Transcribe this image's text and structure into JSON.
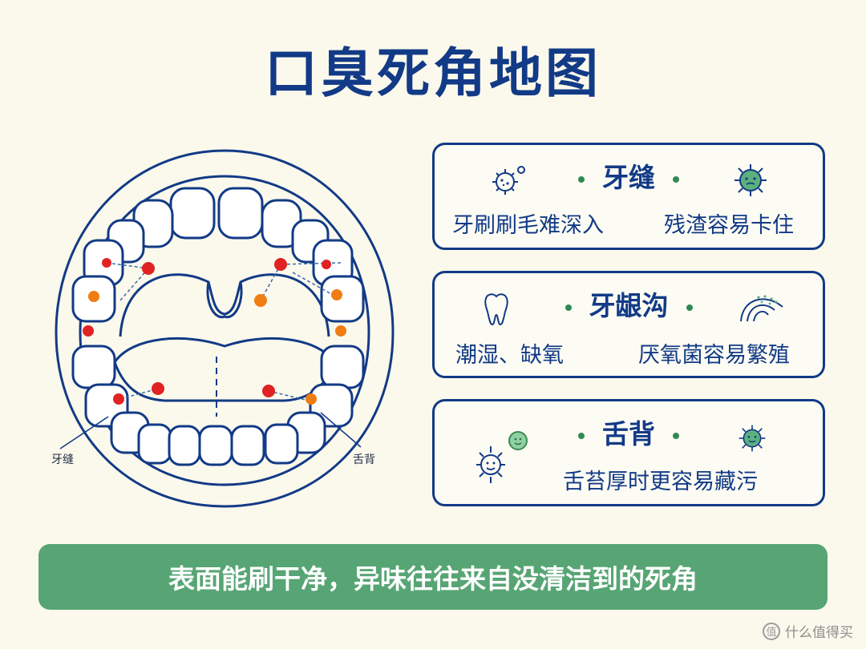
{
  "title": "口臭死角地图",
  "diagram": {
    "label_left": "牙缝",
    "label_right": "舌背"
  },
  "cards": [
    {
      "heading": "牙缝",
      "lines": [
        "牙刷刷毛难深入",
        "残渣容易卡住"
      ],
      "icons": [
        "germ-icon",
        "germ-face-icon"
      ]
    },
    {
      "heading": "牙龈沟",
      "lines": [
        "潮湿、缺氧",
        "厌氧菌容易繁殖"
      ],
      "icons": [
        "tooth-icon",
        "gum-arc-icon"
      ]
    },
    {
      "heading": "舌背",
      "lines": [
        "舌苔厚时更容易藏污"
      ],
      "icons": [
        "germ-smile-icon",
        "germ-face-icon"
      ]
    }
  ],
  "banner": "表面能刷干净，异味往往来自没清洁到的死角",
  "watermark": "什么值得买",
  "colors": {
    "navy": "#123a86",
    "green": "#57a574",
    "red": "#e02222",
    "orange": "#f07d12",
    "background": "#fbf9ec"
  }
}
